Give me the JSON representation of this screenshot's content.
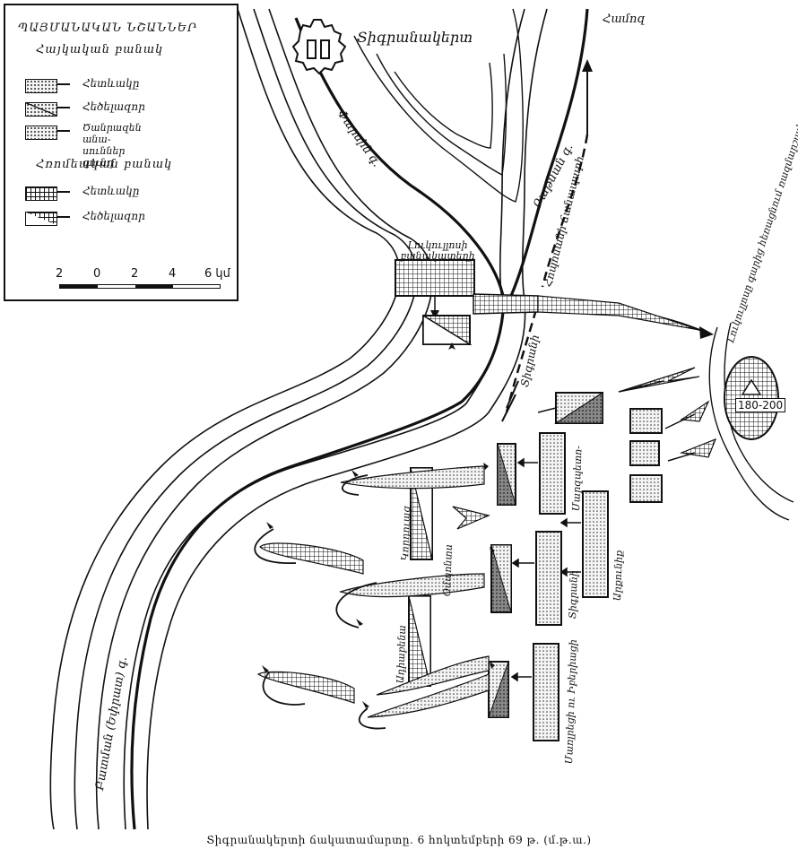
{
  "legend": {
    "title": "ՊԱՅՄԱՆԱԿԱՆ ՆՇԱՆՆԵՐ",
    "armenian_army_heading": "Հայկական բանակ",
    "roman_army_heading": "Հռոմեական բանակ",
    "items": [
      {
        "label": "Հետևակը",
        "pattern": "dots"
      },
      {
        "label": "Հեծելազոր",
        "pattern": "dots-diagonal"
      },
      {
        "label": "Ծանրազեն անա-\nսուններ գունդ",
        "pattern": "dots-bar"
      },
      {
        "label": "Հետևակը",
        "pattern": "grid"
      },
      {
        "label": "Հեծելազոր",
        "pattern": "grid-diagonal"
      }
    ],
    "scale_ticks": [
      "2",
      "0",
      "2",
      "4",
      "6 կմ"
    ]
  },
  "map_labels": {
    "city": "Տիգրանակերտ",
    "north_road": "Համոզ",
    "river_left": "Բատման (Եփրատ) գ.",
    "river_mid": "Փարսին գ.",
    "river_right": "Բաթման գ.",
    "roman_camp": "Լուկուլլոսի բանակատեղի",
    "road_text": "Հոպոսանի ճանապարհ",
    "hill_text": "Տիգրանի",
    "flank_text": "Լուկուլլոսը գարից հեռացնում ռազմարշավը",
    "unit_labels": [
      "Մարզպետո-",
      "Արքունիք",
      "Տիգրանի",
      "Ադիաբենա",
      "Կորդուաց",
      "Մառլրեցի ու Իբերիացի",
      "Օմպոնտս"
    ],
    "enemy_strength": "180-200"
  },
  "caption": "Տիգրանակերտի ճակատամարտը. 6 հոկտեմբերի 69 թ. (մ.թ.ա.)",
  "colors": {
    "ink": "#111111",
    "paper": "#ffffff",
    "dots": "#333333"
  }
}
